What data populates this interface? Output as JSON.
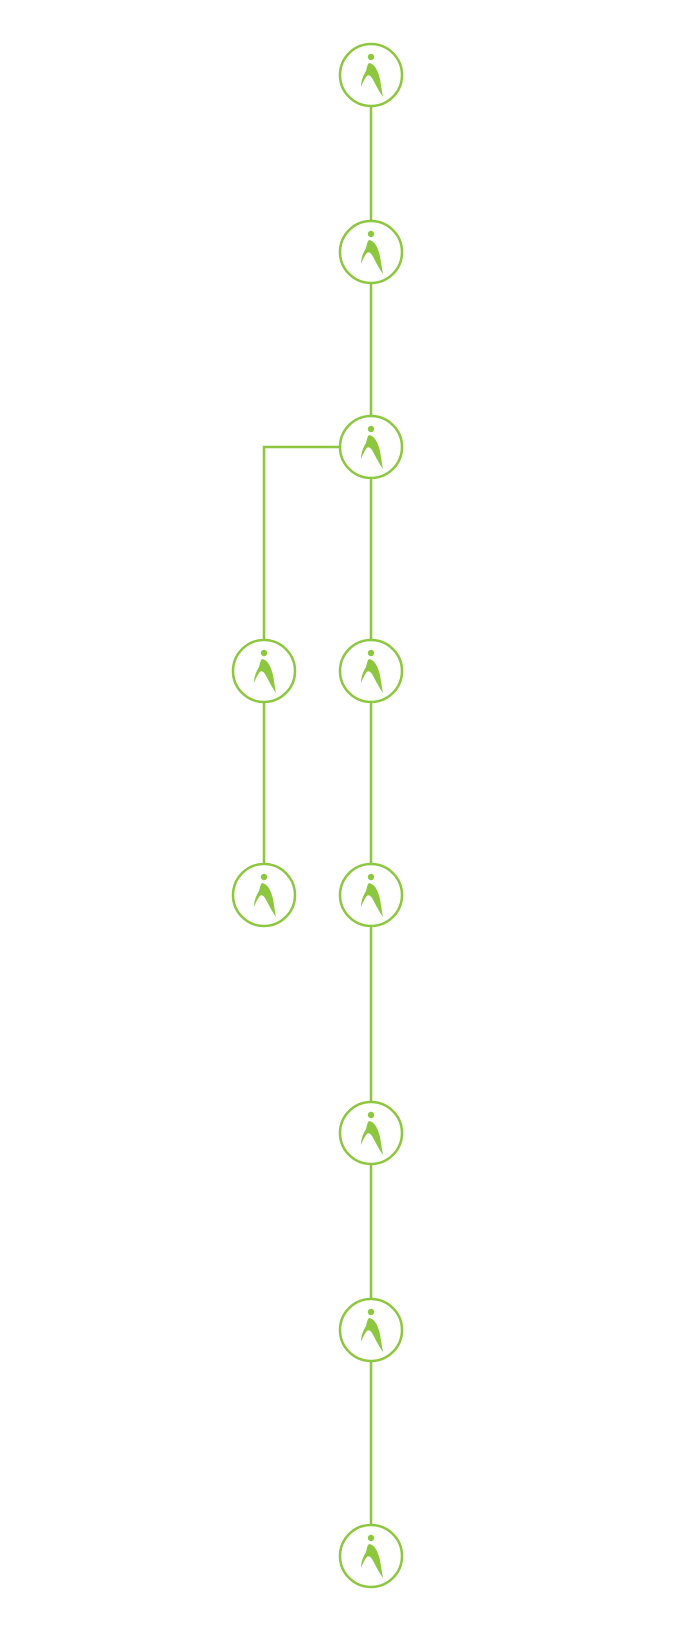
{
  "diagram": {
    "type": "tree",
    "colors": {
      "line": "#8dc63f",
      "node_fill": "#ffffff",
      "node_border": "#8dc63f",
      "icon": "#8dc63f"
    },
    "node_icon": "person-icon",
    "nodes": [
      {
        "id": "n1",
        "parent": null
      },
      {
        "id": "n2",
        "parent": "n1"
      },
      {
        "id": "n3",
        "parent": "n2"
      },
      {
        "id": "n4",
        "parent": "n3",
        "branch": "left"
      },
      {
        "id": "n5",
        "parent": "n4",
        "branch": "left"
      },
      {
        "id": "n6",
        "parent": "n3"
      },
      {
        "id": "n7",
        "parent": "n6"
      },
      {
        "id": "n8",
        "parent": "n7"
      },
      {
        "id": "n9",
        "parent": "n8"
      },
      {
        "id": "n10",
        "parent": "n9"
      }
    ]
  }
}
